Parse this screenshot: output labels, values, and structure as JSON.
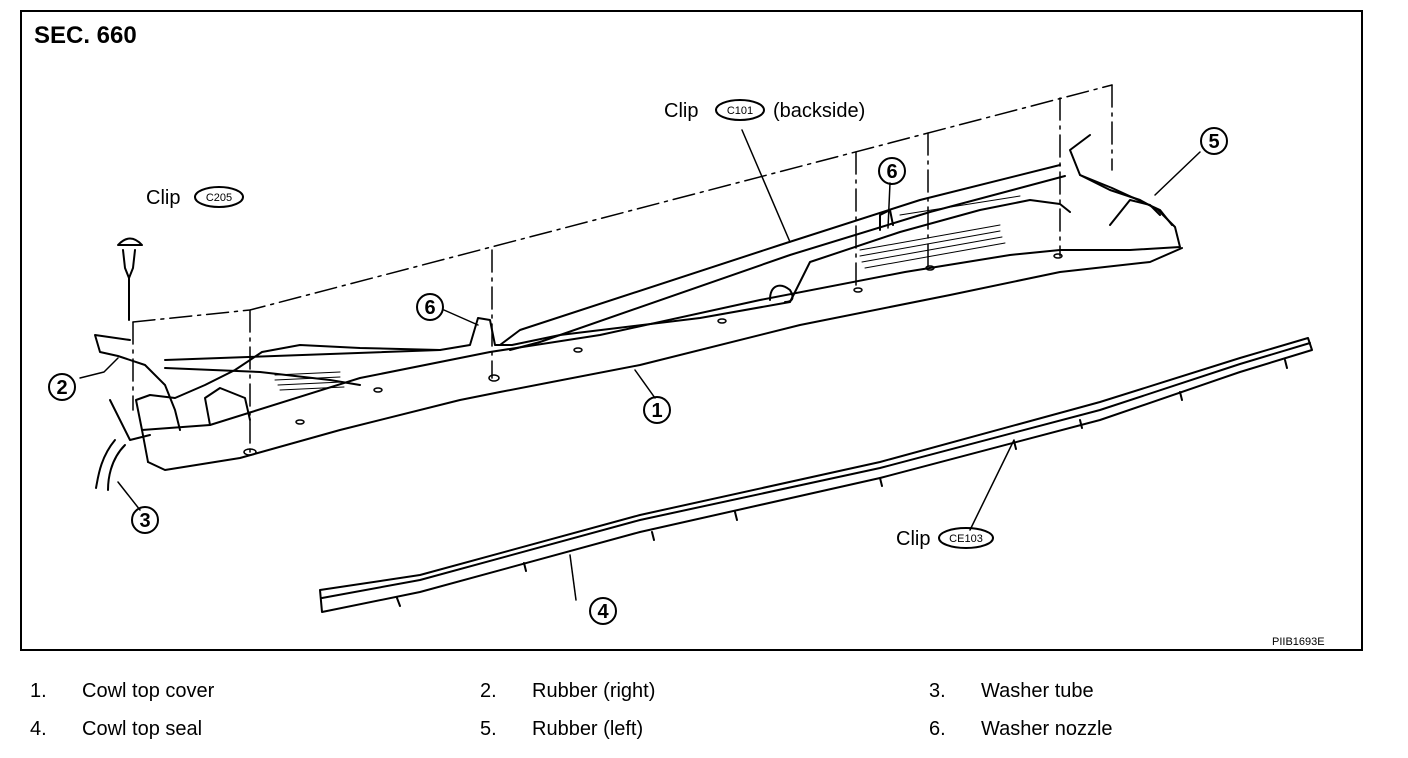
{
  "section": "SEC. 660",
  "figure_code": "PIIB1693E",
  "callouts": {
    "clip_c205": {
      "prefix": "Clip",
      "code": "C205"
    },
    "clip_c101": {
      "prefix": "Clip",
      "code": "C101",
      "suffix": "(backside)"
    },
    "clip_ce103": {
      "prefix": "Clip",
      "code": "CE103"
    }
  },
  "part_numbers": [
    "1",
    "2",
    "3",
    "4",
    "5",
    "6"
  ],
  "legend": [
    {
      "num": "1.",
      "text": "Cowl top cover"
    },
    {
      "num": "2.",
      "text": "Rubber (right)"
    },
    {
      "num": "3.",
      "text": "Washer tube"
    },
    {
      "num": "4.",
      "text": "Cowl top seal"
    },
    {
      "num": "5.",
      "text": "Rubber (left)"
    },
    {
      "num": "6.",
      "text": "Washer nozzle"
    }
  ]
}
